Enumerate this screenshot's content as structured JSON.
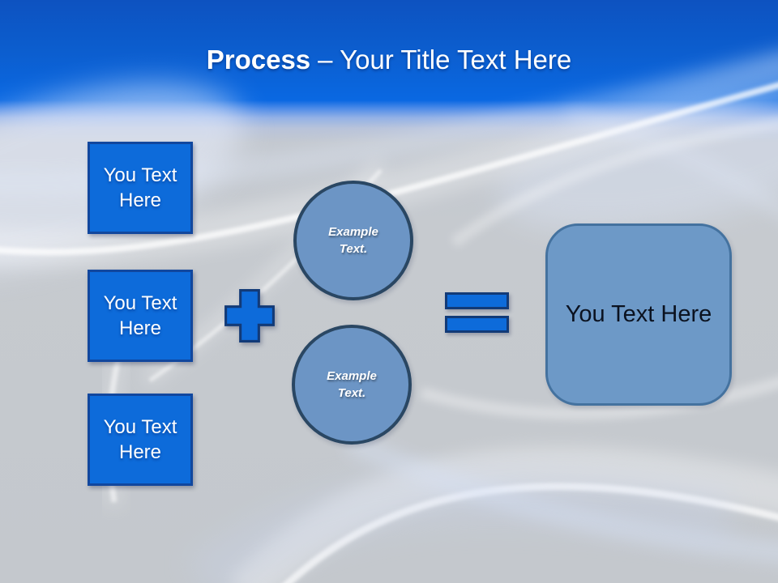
{
  "slide": {
    "title": {
      "emphasis": "Process",
      "rest": "– Your Title Text Here"
    },
    "colors": {
      "header_blue_top": "#0d52c0",
      "header_blue_bottom": "#0a68e2",
      "body_gray": "#c5c9ce",
      "box_fill": "#0d6bda",
      "box_border": "#11479e",
      "operator_fill": "#0d6bda",
      "operator_border": "#123a77",
      "circle_fill": "#6c95c5",
      "circle_border": "#2a4763",
      "result_fill": "#6d99c7",
      "result_border": "#44729f",
      "title_text": "#ffffff",
      "result_text": "#0b1220"
    }
  },
  "diagram": {
    "input_boxes": [
      {
        "label": "You Text Here"
      },
      {
        "label": "You Text Here"
      },
      {
        "label": "You Text Here"
      }
    ],
    "operators": {
      "plus_icon": "+",
      "equals_icon": "="
    },
    "example_circles": [
      {
        "label": "Example Text."
      },
      {
        "label": "Example Text."
      }
    ],
    "result_box": {
      "label": "You Text Here"
    }
  }
}
